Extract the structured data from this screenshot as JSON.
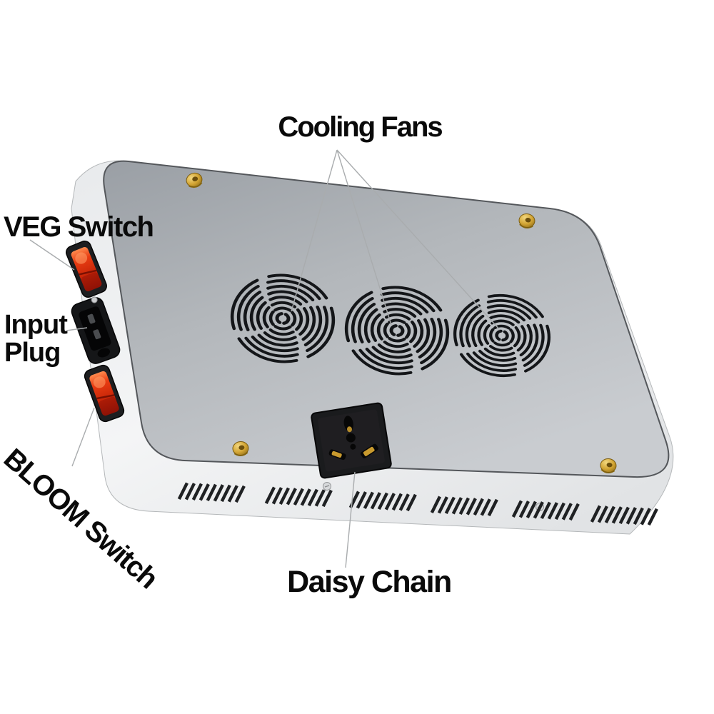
{
  "labels": {
    "cooling_fans": "Cooling Fans",
    "veg_switch": "VEG Switch",
    "input_plug": {
      "line1": "Input",
      "line2": "Plug"
    },
    "bloom_switch": "BLOOM Switch",
    "daisy_chain": "Daisy Chain"
  },
  "device": {
    "fan_count": 3,
    "vent_group_count": 6,
    "gold_screw_count": 4,
    "parts": [
      "cooling-fan-grille",
      "veg-rocker-switch",
      "bloom-rocker-switch",
      "ac-input-plug",
      "daisy-chain-outlet",
      "mounting-screws",
      "ventilation-slots"
    ]
  },
  "colors": {
    "background": "#ffffff",
    "label_text": "#0a0a0a",
    "callout_line": "#a9acae",
    "panel_top_dark": "#9a9fa5",
    "panel_top_light": "#c9ccd0",
    "panel_side": "#eef0f1",
    "panel_edge": "#54575b",
    "fan_slot": "#141619",
    "vent_slot": "#1f2123",
    "switch_red": "#e83c12",
    "switch_red_dark": "#8f1205",
    "switch_bezel": "#1d1e20",
    "plug_body": "#151618",
    "outlet_body": "#1a1b1d",
    "pin_gold": "#c99a2e",
    "screw_gold": "#d2a433",
    "screw_silver": "#d7d9db"
  }
}
